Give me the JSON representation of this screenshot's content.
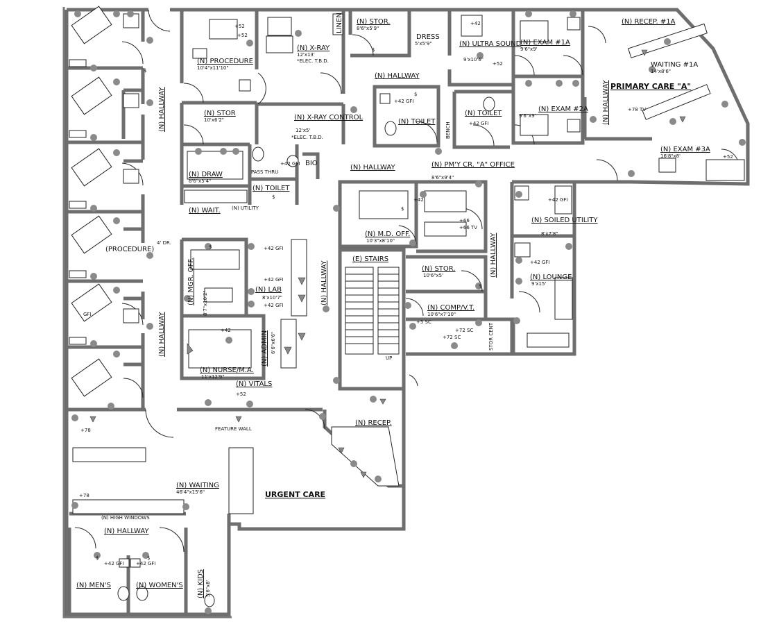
{
  "title": "",
  "rooms": {
    "procedure": {
      "name": "(N) PROCEDURE",
      "dim": "10'4\"x11'10\""
    },
    "xray": {
      "name": "(N) X-RAY",
      "dim": "12'x13'",
      "note": "*ELEC. T.B.D."
    },
    "linen": {
      "name": "LINEN"
    },
    "stor_top": {
      "name": "(N) STOR.",
      "dim": "8'6\"x5'9\""
    },
    "dress": {
      "name": "DRESS",
      "dim": "5'x5'9\""
    },
    "ultrasound": {
      "name": "(N) ULTRA SOUND",
      "dim": "9'x10'6\""
    },
    "exam1a": {
      "name": "(N) EXAM #1A",
      "dim": "9'6\"x9'"
    },
    "recep1a": {
      "name": "(N) RECEP. #1A"
    },
    "waiting1a": {
      "name": "WAITING #1A",
      "dim": "14'x8'6\""
    },
    "primary_care": {
      "name": "PRIMARY CARE \"A\""
    },
    "stor_mid": {
      "name": "(N) STOR",
      "dim": "10'x6'2\""
    },
    "xray_control": {
      "name": "(N) X-RAY CONTROL",
      "dim": "12'x5'",
      "note": "*ELEC. T.B.D."
    },
    "hallway_top": {
      "name": "(N) HALLWAY"
    },
    "toilet1": {
      "name": "(N) TOILET"
    },
    "bench": {
      "name": "BENCH"
    },
    "toilet2": {
      "name": "(N) TOILET"
    },
    "exam2a": {
      "name": "(N) EXAM #2A",
      "dim": "9'6\"x9'"
    },
    "exam3a": {
      "name": "(N) EXAM #3A",
      "dim": "16'8\"x8'"
    },
    "draw": {
      "name": "(N) DRAW",
      "dim": "8'6\"x5'4\""
    },
    "pass_thru": {
      "name": "PASS THRU"
    },
    "bio": {
      "name": "BIO"
    },
    "toilet3": {
      "name": "(N) TOILET"
    },
    "utility": {
      "name": "(N) UTILITY"
    },
    "wait_small": {
      "name": "(N) WAIT."
    },
    "hallway_center": {
      "name": "(N) HALLWAY"
    },
    "pmy_office": {
      "name": "(N) PM'Y CR. \"A\" OFFICE",
      "dim": "8'6\"x9'4\""
    },
    "md_off": {
      "name": "(N) M.D. OFF.",
      "dim": "10'3\"x8'10\""
    },
    "soiled_utility": {
      "name": "(N) SOILED UTILITY",
      "dim": "8'x7'8\""
    },
    "stairs": {
      "name": "(E) STAIRS"
    },
    "stor_low": {
      "name": "(N) STOR.",
      "dim": "10'6\"x5'"
    },
    "compvit": {
      "name": "(N) COMP/V.T.",
      "dim": "10'6\"x7'10\""
    },
    "lounge": {
      "name": "(N) LOUNGE",
      "dim": "9'x15'"
    },
    "stor_cent": {
      "name": "STOR CENT"
    },
    "mgr_off": {
      "name": "(N) MGR. OFF.",
      "dim": "8'7\"x10'2\""
    },
    "lab": {
      "name": "(N) LAB",
      "dim": "8'x10'7\""
    },
    "admin": {
      "name": "(N) ADMIN",
      "dim": "6'6\"x6'6\""
    },
    "nurse": {
      "name": "(N) NURSE/M.A.",
      "dim": "11'x12'9\""
    },
    "vitals": {
      "name": "(N) VITALS"
    },
    "procedure_left": {
      "name": "(PROCEDURE)"
    },
    "feature_wall": {
      "name": "FEATURE WALL"
    },
    "recep": {
      "name": "(N) RECEP."
    },
    "waiting": {
      "name": "(N) WAITING",
      "dim": "46'4\"x15'6\""
    },
    "urgent_care": {
      "name": "URGENT CARE"
    },
    "high_windows": {
      "name": "(N) HIGH WINDOWS"
    },
    "hallway_bottom": {
      "name": "(N) HALLWAY"
    },
    "mens": {
      "name": "(N) MEN'S"
    },
    "womens": {
      "name": "(N) WOMEN'S"
    },
    "kids": {
      "name": "(N) KIDS",
      "dim": "5'6\"x8'"
    },
    "hallway_left_top": {
      "name": "(N) HALLWAY"
    },
    "hallway_left_low": {
      "name": "(N) HALLWAY"
    },
    "hallway_vert_mid": {
      "name": "(N) HALLWAY"
    },
    "hallway_vert_right": {
      "name": "(N) HALLWAY"
    },
    "hallway_vert_far": {
      "name": "(N) HALLWAY"
    }
  },
  "notes": {
    "dr4": "4' DR.",
    "gfi42": "+42 GFI",
    "p52": "+52",
    "p42": "+42",
    "p78": "+78",
    "tv78": "+78 TV",
    "tv66": "+66 TV",
    "p66": "+66",
    "x5sc": "+5 SC",
    "sc72": "+72 SC",
    "gfi": "GFI",
    "up": "UP",
    "dollar": "$"
  },
  "colors": {
    "wall": "#6e6e6e",
    "ink": "#222222",
    "symbol": "#8a8a8a"
  }
}
